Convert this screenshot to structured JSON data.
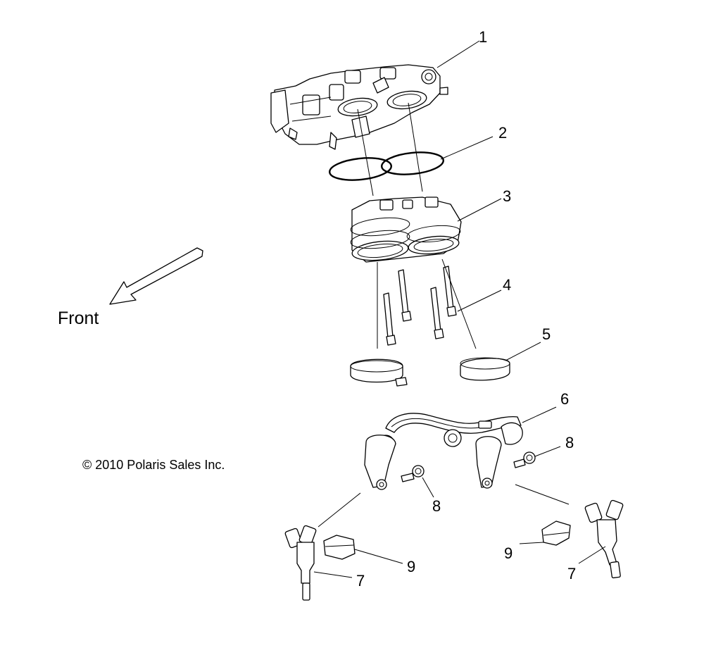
{
  "labels": {
    "front": "Front",
    "copyright": "© 2010 Polaris Sales Inc."
  },
  "callouts": {
    "c1": "1",
    "c2": "2",
    "c3": "3",
    "c4": "4",
    "c5": "5",
    "c6": "6",
    "c8a": "8",
    "c8b": "8",
    "c9a": "9",
    "c9b": "9",
    "c7a": "7",
    "c7b": "7"
  }
}
